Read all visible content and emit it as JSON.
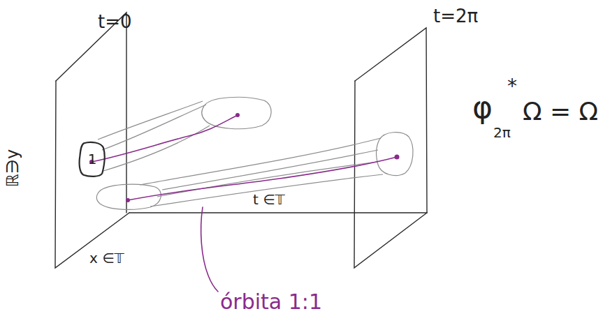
{
  "diagram": {
    "nodes": [
      {
        "text": [
          "1"
        ]
      }
    ],
    "labels": [
      "t=0",
      "t=2π",
      "ℝ∋y",
      "x ∈𝕋",
      "t ∈𝕋",
      "φ",
      "*",
      "2π",
      "Ω = Ω",
      "órbita 1:1"
    ]
  }
}
